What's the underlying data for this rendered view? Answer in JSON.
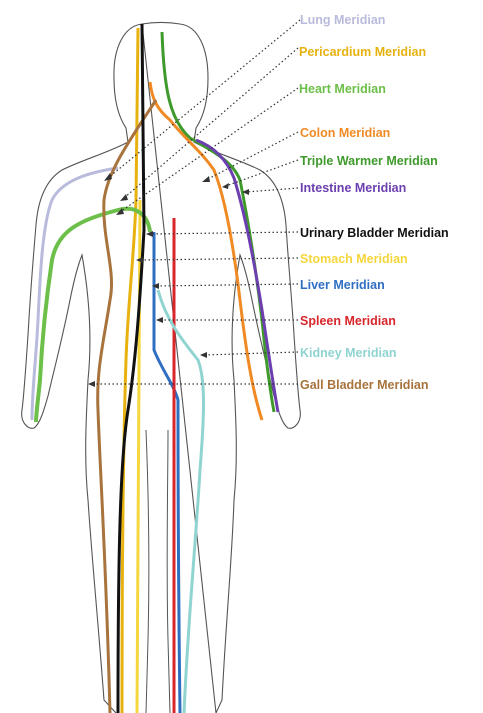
{
  "meridians": [
    {
      "id": "lung",
      "label": "Lung Meridian",
      "color": "#b9bbdc"
    },
    {
      "id": "pericardium",
      "label": "Pericardium Meridian",
      "color": "#e7b20f"
    },
    {
      "id": "heart",
      "label": "Heart Meridian",
      "color": "#6cbf48"
    },
    {
      "id": "colon",
      "label": "Colon Meridian",
      "color": "#f08a24"
    },
    {
      "id": "triple-warmer",
      "label": "Triple Warmer Meridian",
      "color": "#3f9a2c"
    },
    {
      "id": "intestine",
      "label": "Intestine Meridian",
      "color": "#6c3fb0"
    },
    {
      "id": "urinary-bladder",
      "label": "Urinary Bladder Meridian",
      "color": "#111111"
    },
    {
      "id": "stomach",
      "label": "Stomach Meridian",
      "color": "#f5d63c"
    },
    {
      "id": "liver",
      "label": "Liver Meridian",
      "color": "#2f6fc2"
    },
    {
      "id": "spleen",
      "label": "Spleen Meridian",
      "color": "#d8262b"
    },
    {
      "id": "kidney",
      "label": "Kidney Meridian",
      "color": "#8fd4d0"
    },
    {
      "id": "gall-bladder",
      "label": "Gall Bladder Meridian",
      "color": "#a8733c"
    }
  ],
  "colors": {
    "outline": "#555555",
    "pointer": "#333333",
    "background": "#ffffff"
  }
}
